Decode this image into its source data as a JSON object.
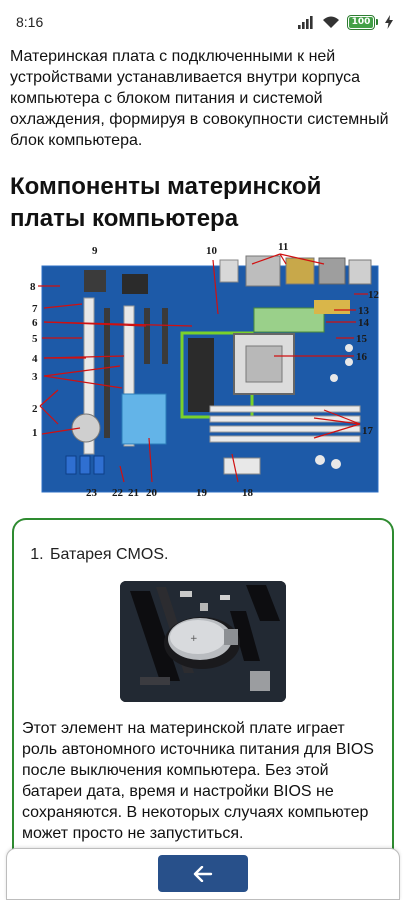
{
  "status_bar": {
    "time": "8:16",
    "battery_level": "100",
    "icons": [
      "signal-icon",
      "wifi-icon",
      "battery-icon",
      "charging-icon"
    ]
  },
  "article": {
    "intro": "Материнская плата с подключенными к ней устройствами устанавливается внутри корпуса компьютера с блоком питания и системой охлаждения, формируя в совокупности системный блок компьютера.",
    "heading": "Компоненты материнской платы компьютера",
    "diagram": {
      "callouts": [
        "1",
        "2",
        "3",
        "4",
        "5",
        "6",
        "7",
        "8",
        "9",
        "10",
        "11",
        "12",
        "13",
        "14",
        "15",
        "16",
        "17",
        "18",
        "19",
        "20",
        "21",
        "22",
        "23"
      ]
    }
  },
  "card": {
    "list_item": "Батарея CMOS.",
    "photo_icon": "cmos-battery-photo",
    "description": "Этот элемент на материнской плате играет роль автономного источника питания для BIOS после выключения компьютера. Без этой батареи дата, время и настройки BIOS не сохраняются. В некоторых случаях компьютер может просто не запуститься."
  },
  "navigation": {
    "back_icon": "arrow-left-icon"
  },
  "colors": {
    "card_border": "#2e8b30",
    "button": "#28508a",
    "board": "#1d5aa8",
    "callout_red": "#d01010"
  }
}
